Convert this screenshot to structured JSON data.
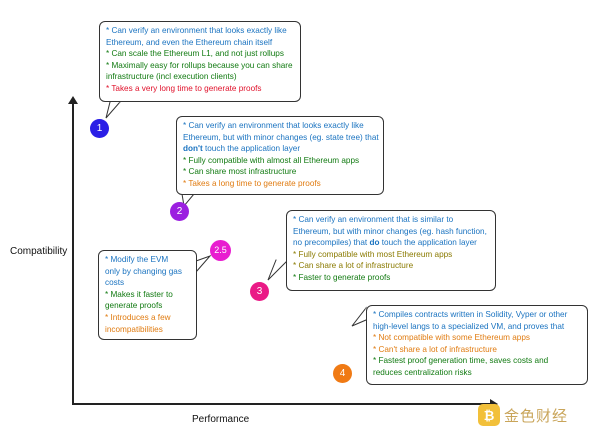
{
  "axes": {
    "y_label": "Compatibility",
    "x_label": "Performance"
  },
  "nodes": [
    {
      "label": "1",
      "color": "#2a1ee6"
    },
    {
      "label": "2",
      "color": "#9b1fe0"
    },
    {
      "label": "2.5",
      "color": "#e81ed0"
    },
    {
      "label": "3",
      "color": "#ea1a86"
    },
    {
      "label": "4",
      "color": "#f07a14"
    }
  ],
  "boxes": {
    "type1": {
      "l1": "* Can verify an environment that looks exactly like",
      "l2": "Ethereum, and even the Ethereum chain itself",
      "l3": "* Can scale the Ethereum L1, and not just rollups",
      "l4": "* Maximally easy for rollups because you can share",
      "l5": "infrastructure (incl execution clients)",
      "l6": "* Takes a very long time to generate proofs"
    },
    "type2": {
      "l1": "* Can verify an environment that looks exactly like",
      "l2": "Ethereum, but with minor changes (eg. state tree) that",
      "l3_bold": "don't",
      "l3_rest": " touch the application layer",
      "l4": "* Fully compatible with almost all Ethereum apps",
      "l5": "* Can share most infrastructure",
      "l6": "* Takes a long time to generate proofs"
    },
    "type25": {
      "l1": "* Modify the EVM",
      "l2": "only by changing gas",
      "l3": "costs",
      "l4": "* Makes it faster to",
      "l5": "generate proofs",
      "l6": "* Introduces a few",
      "l7": "incompatibilities"
    },
    "type3": {
      "l1": "* Can verify an environment that is similar to",
      "l2": "Ethereum, but with minor changes (eg. hash function,",
      "l3_pre": "no precompiles) that ",
      "l3_bold": "do",
      "l3_rest": " touch the application layer",
      "l4": "* Fully compatible with most Ethereum apps",
      "l5": "* Can share a lot of infrastructure",
      "l6": "* Faster to generate proofs"
    },
    "type4": {
      "l1": "* Compiles contracts written in Solidity, Vyper or other",
      "l2": "high-level langs to a specialized VM, and proves that",
      "l3": "* Not compatible with some Ethereum apps",
      "l4": "* Can't share a lot of infrastructure",
      "l5": "* Fastest proof generation time, saves costs and",
      "l6": "reduces centralization risks"
    }
  },
  "watermark": {
    "text": "金色财经"
  }
}
